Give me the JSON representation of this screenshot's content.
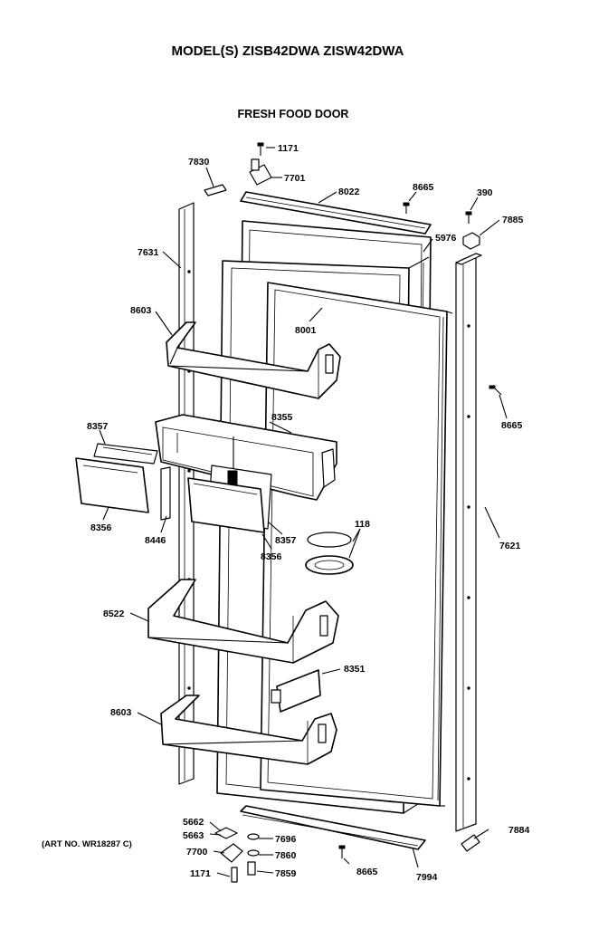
{
  "title": "MODEL(S) ZISB42DWA ZISW42DWA",
  "subtitle": "FRESH FOOD DOOR",
  "art_number": "(ART NO. WR18287 C)",
  "part_labels": {
    "p1171_top": "1171",
    "p7830": "7830",
    "p7701": "7701",
    "p8022": "8022",
    "p8665_top": "8665",
    "p390": "390",
    "p7885": "7885",
    "p5976": "5976",
    "p7631": "7631",
    "p8603_top": "8603",
    "p8001": "8001",
    "p8665_right": "8665",
    "p8357_left": "8357",
    "p8355": "8355",
    "p8356_left": "8356",
    "p8446": "8446",
    "p8357_mid": "8357",
    "p8356_mid": "8356",
    "p118": "118",
    "p7621": "7621",
    "p8522": "8522",
    "p8351": "8351",
    "p8603_bottom": "8603",
    "p5662": "5662",
    "p5663": "5663",
    "p7696": "7696",
    "p7884": "7884",
    "p7700": "7700",
    "p7860": "7860",
    "p1171_bottom": "1171",
    "p7859": "7859",
    "p8665_bottom": "8665",
    "p7994": "7994"
  }
}
